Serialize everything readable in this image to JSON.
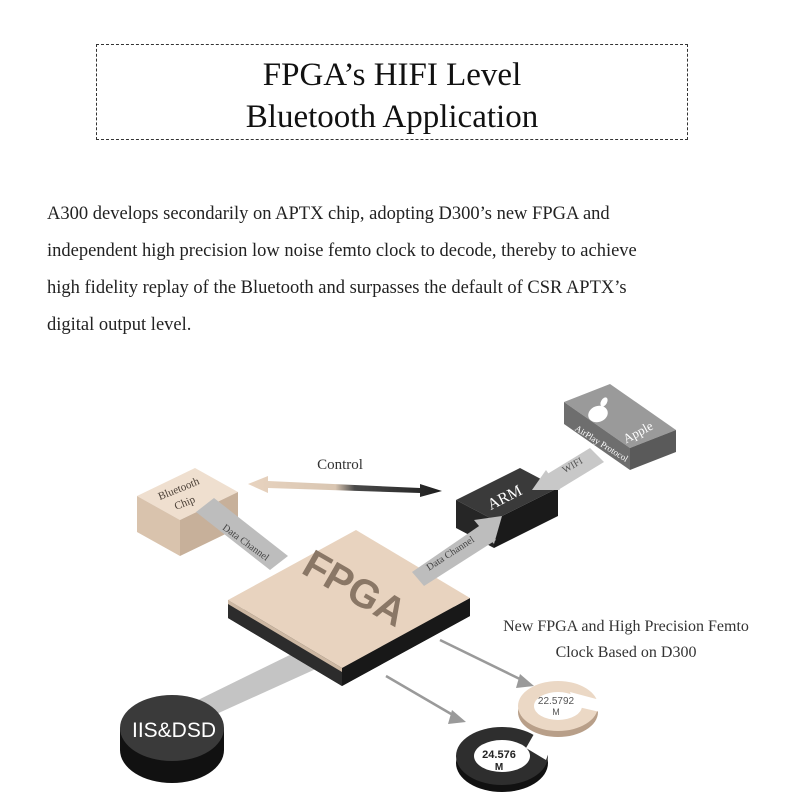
{
  "title": {
    "line1": "FPGA’s HIFI Level",
    "line2": "Bluetooth Application"
  },
  "description": [
    "A300 develops secondarily on APTX chip, adopting D300’s new FPGA and",
    "independent high precision low noise femto clock to decode, thereby to achieve",
    "high fidelity replay of the Bluetooth and surpasses the default of CSR APTX’s",
    "digital output level."
  ],
  "diagram": {
    "control_label": "Control",
    "bluetooth_chip_line1": "Bluetooth",
    "bluetooth_chip_line2": "Chip",
    "data_channel_left": "Data Channel",
    "data_channel_right": "Data Channel",
    "arm_label": "ARM",
    "wifi_label": "WIFI",
    "apple_label": "Apple",
    "airplay_label": "AirPlay Protocol",
    "fpga_label": "FPGA",
    "clock_caption_line1": "New FPGA and High Precision Femto",
    "clock_caption_line2": "Clock Based on D300",
    "clock1_value": "22.5792",
    "clock1_unit": "M",
    "clock2_value": "24.576",
    "clock2_unit": "M",
    "output_label": "IIS&DSD"
  },
  "colors": {
    "tan": "#e8d3bf",
    "tan_dark": "#c7b29d",
    "dark_block": "#2b2b2b",
    "gray_arrow": "#c2c2c2"
  }
}
